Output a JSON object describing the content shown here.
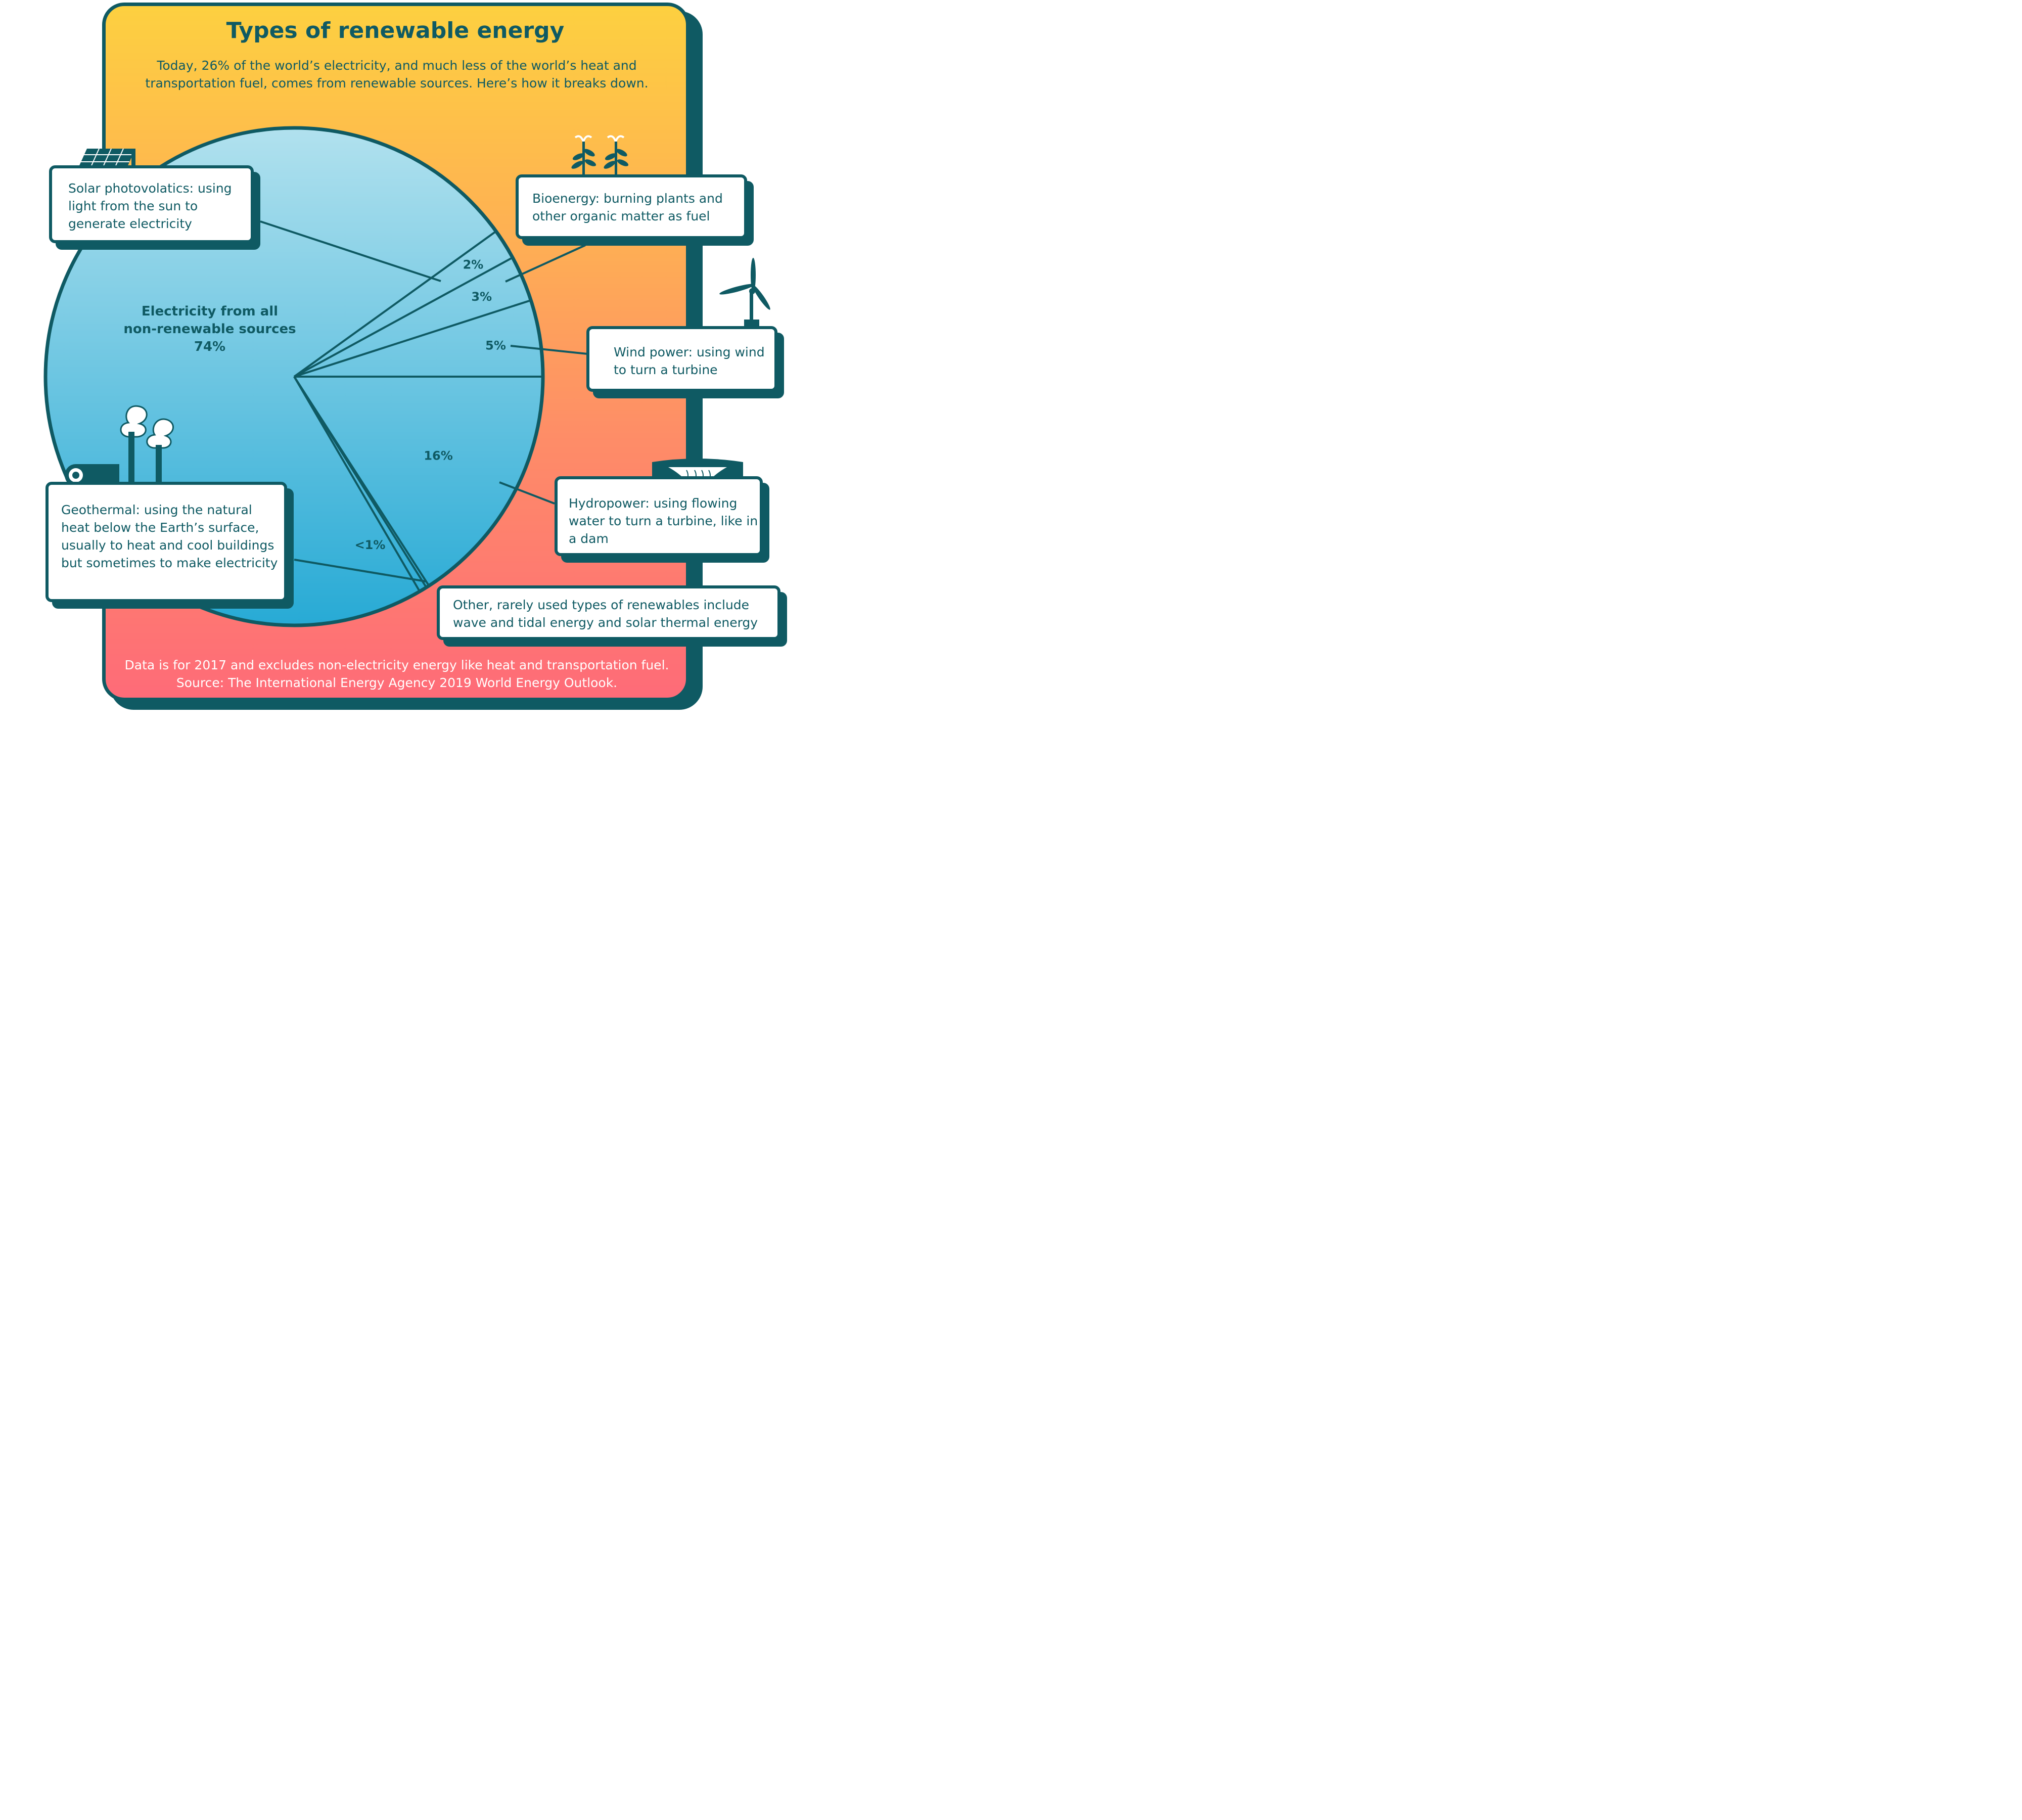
{
  "title": "Types of renewable energy",
  "subtitle": "Today, 26% of the world’s electricity, and much less of the world’s heat and transportation fuel, comes from renewable sources. Here’s how it breaks down.",
  "chart_data": {
    "type": "pie",
    "slices": [
      {
        "name": "Electricity from all non-renewable sources",
        "value": 74,
        "label_lines": [
          "Electricity from all",
          "non-renewable sources",
          "74%"
        ]
      },
      {
        "name": "Solar photovoltaics",
        "value": 2,
        "label": "2%"
      },
      {
        "name": "Bioenergy",
        "value": 3,
        "label": "3%"
      },
      {
        "name": "Wind power",
        "value": 5,
        "label": "5%"
      },
      {
        "name": "Hydropower",
        "value": 16,
        "label": "16%"
      },
      {
        "name": "Geothermal",
        "value": 0.5,
        "label": "<1%"
      },
      {
        "name": "Other",
        "value": 0.2
      }
    ]
  },
  "callouts": {
    "solar": "Solar photovolatics: using light from the sun to generate electricity",
    "bioenergy": "Bioenergy: burning plants and other organic matter as fuel",
    "wind": "Wind power: using wind to turn a turbine",
    "hydro": "Hydropower: using flowing water to turn a turbine, like in a dam",
    "geothermal": "Geothermal: using the natural heat below the Earth’s surface, usually to heat and cool buildings but sometimes to make electricity",
    "other": "Other, rarely used types of renewables include wave and tidal energy and solar thermal energy"
  },
  "footnote": "Data is for 2017 and excludes non-electricity energy like heat and transportation fuel. Source: The International Energy Agency 2019 World Energy Outlook.",
  "icons": [
    "solar-panel-icon",
    "plants-icon",
    "wind-turbine-icon",
    "dam-icon",
    "geothermal-plant-icon"
  ],
  "colors": {
    "outline": "#0f5a63",
    "pie_top": "#b1e1ee",
    "pie_bottom": "#27aad5",
    "bg_top": "#fdd040",
    "bg_bottom": "#fe6b78"
  }
}
